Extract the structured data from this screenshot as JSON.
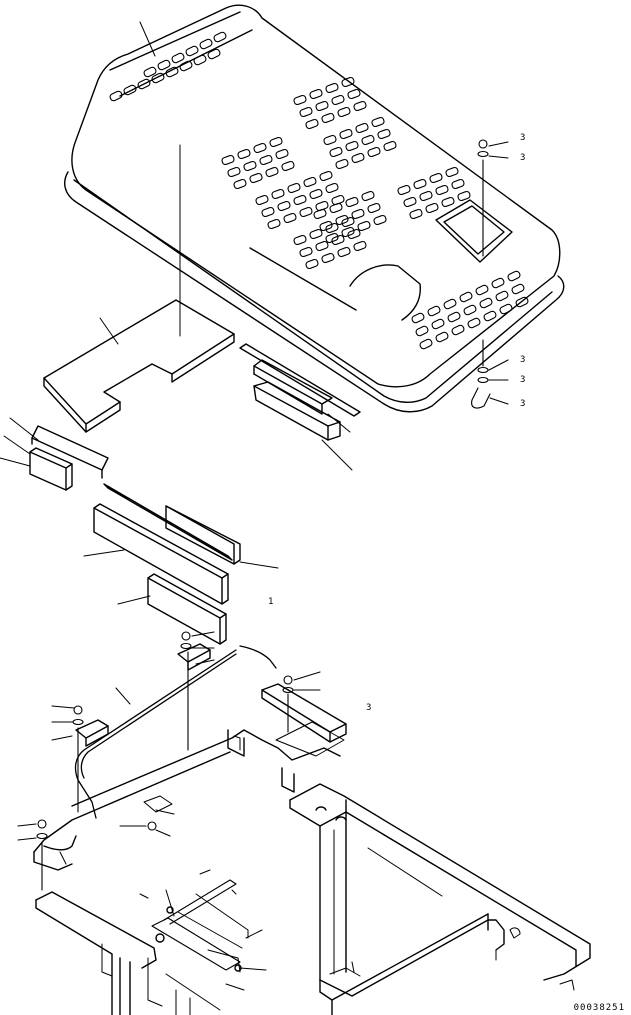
{
  "drawing": {
    "reference_number": "00038251",
    "callout_labels": [
      "1",
      "3",
      "3",
      "3",
      "3",
      "3",
      "3"
    ]
  }
}
